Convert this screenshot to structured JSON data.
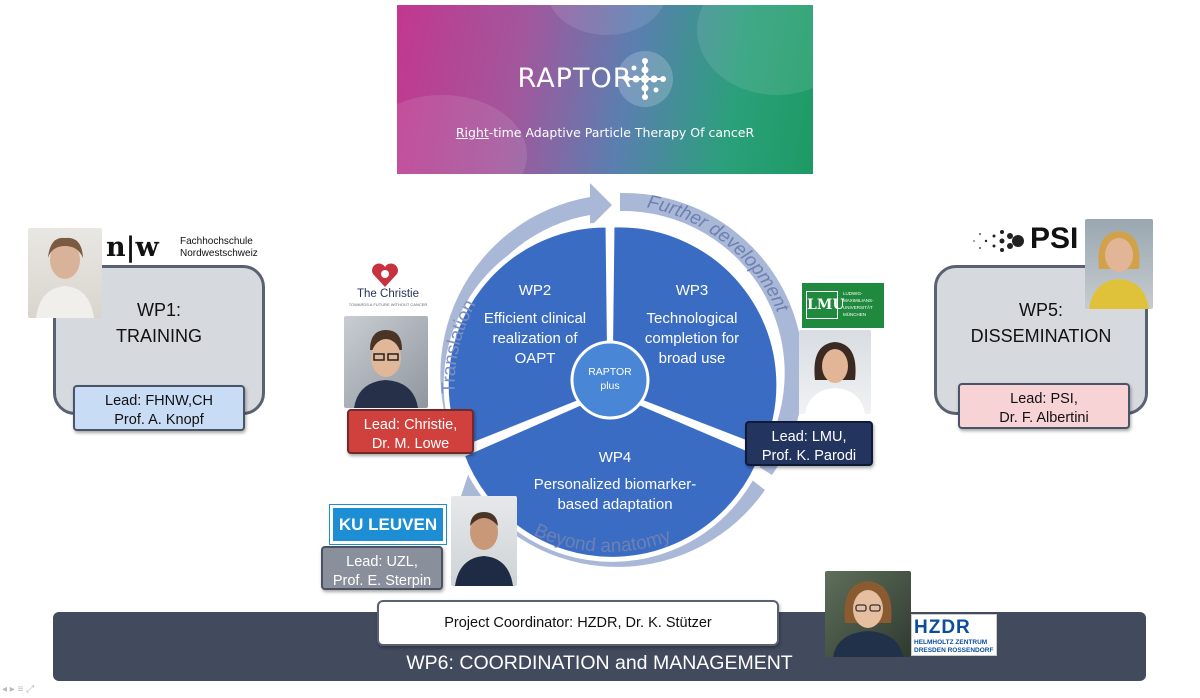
{
  "banner": {
    "brand": "RAPTOR",
    "subtitle_underlined": "Right",
    "subtitle_rest": "-time Adaptive Particle Therapy Of canceR"
  },
  "wheel": {
    "center_line1": "RAPTOR",
    "center_line2": "plus",
    "arc_translation": "Translation",
    "arc_further": "Further development",
    "arc_beyond": "Beyond anatomy",
    "wp2": {
      "title": "WP2",
      "lines": [
        "Efficient clinical",
        "realization of",
        "OAPT"
      ]
    },
    "wp3": {
      "title": "WP3",
      "lines": [
        "Technological",
        "completion for",
        "broad use"
      ]
    },
    "wp4": {
      "title": "WP4",
      "lines": [
        "Personalized biomarker-",
        "based adaptation"
      ]
    }
  },
  "wp1": {
    "title": "WP1:",
    "subtitle": "TRAINING",
    "lead_line1": "Lead: FHNW,CH",
    "lead_line2": "Prof. A. Knopf",
    "logo_mark": "n|w",
    "logo_line1": "Fachhochschule",
    "logo_line2": "Nordwestschweiz"
  },
  "wp5": {
    "title": "WP5:",
    "subtitle": "DISSEMINATION",
    "lead_line1": "Lead: PSI,",
    "lead_line2": "Dr. F. Albertini",
    "logo": "PSI"
  },
  "christie": {
    "logo": "The Christie",
    "logo_tagline": "TOWARDS A FUTURE WITHOUT CANCER",
    "lead_line1": "Lead: Christie,",
    "lead_line2": "Dr. M. Lowe"
  },
  "lmu": {
    "logo": "LMU",
    "logo_side": [
      "LUDWIG-",
      "MAXIMILIANS-",
      "UNIVERSITÄT",
      "MÜNCHEN"
    ],
    "lead_line1": "Lead: LMU,",
    "lead_line2": "Prof. K. Parodi"
  },
  "kuleuven": {
    "logo": "KU LEUVEN",
    "lead_line1": "Lead: UZL,",
    "lead_line2": "Prof. E. Sterpin"
  },
  "coordination": {
    "coordinator": "Project Coordinator: HZDR, Dr. K. Stützer",
    "wp6": "WP6: COORDINATION and MANAGEMENT",
    "hzdr_logo": "HZDR",
    "hzdr_line1": "HELMHOLTZ ZENTRUM",
    "hzdr_line2": "DRESDEN ROSSENDORF"
  },
  "colors": {
    "wheel_blue": "#3b6cc4",
    "arrow_light": "#aab8d8",
    "wp_box_grey": "#d6d9de",
    "lead_fhnw": "#c9dcf6",
    "lead_psi": "#f7d3d6",
    "lead_christie": "#d0403c",
    "lead_lmu": "#23345e",
    "lead_uzl": "#8a8f9c",
    "bar_dark": "#424a5e"
  }
}
